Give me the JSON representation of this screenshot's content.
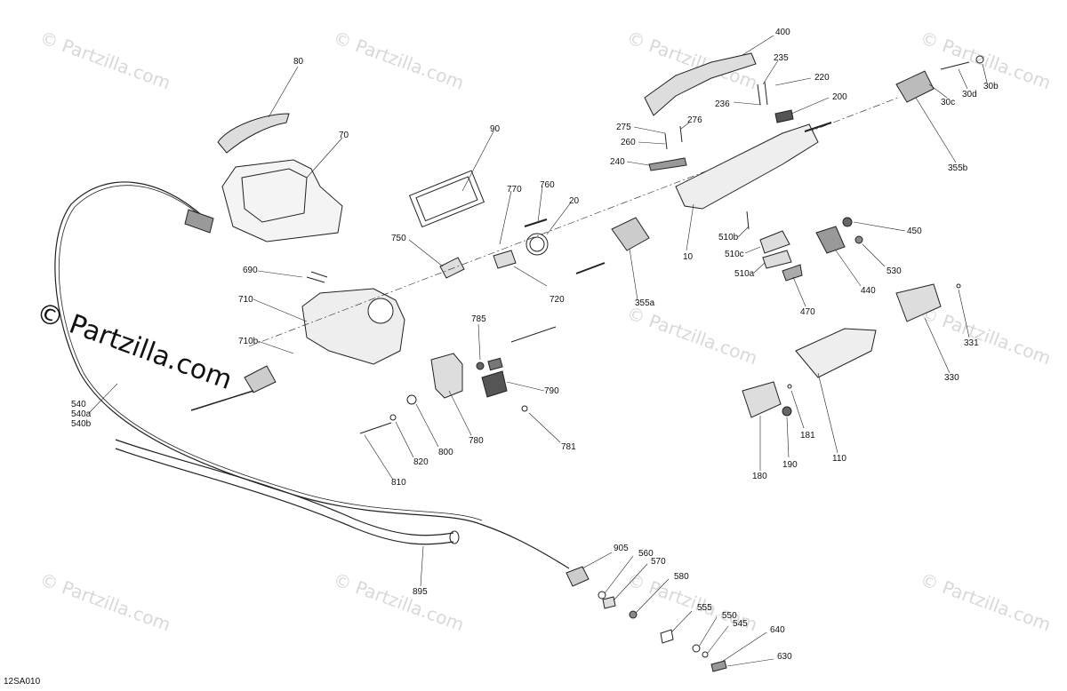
{
  "watermark": {
    "text": "© Partzilla.com",
    "featured": "© Partzilla.com"
  },
  "diagram_code": "12SA010",
  "part_labels": [
    "80",
    "70",
    "90",
    "770",
    "760",
    "20",
    "750",
    "720",
    "690",
    "710",
    "710b",
    "355a",
    "785",
    "790",
    "780",
    "781",
    "800",
    "820",
    "810",
    "540",
    "540a",
    "540b",
    "895",
    "905",
    "560",
    "570",
    "580",
    "555",
    "550",
    "545",
    "640",
    "630",
    "400",
    "235",
    "220",
    "236",
    "200",
    "275",
    "276",
    "260",
    "240",
    "10",
    "510b",
    "510c",
    "510a",
    "450",
    "530",
    "440",
    "470",
    "30c",
    "30d",
    "30b",
    "355b",
    "331",
    "330",
    "110",
    "181",
    "180",
    "190"
  ]
}
